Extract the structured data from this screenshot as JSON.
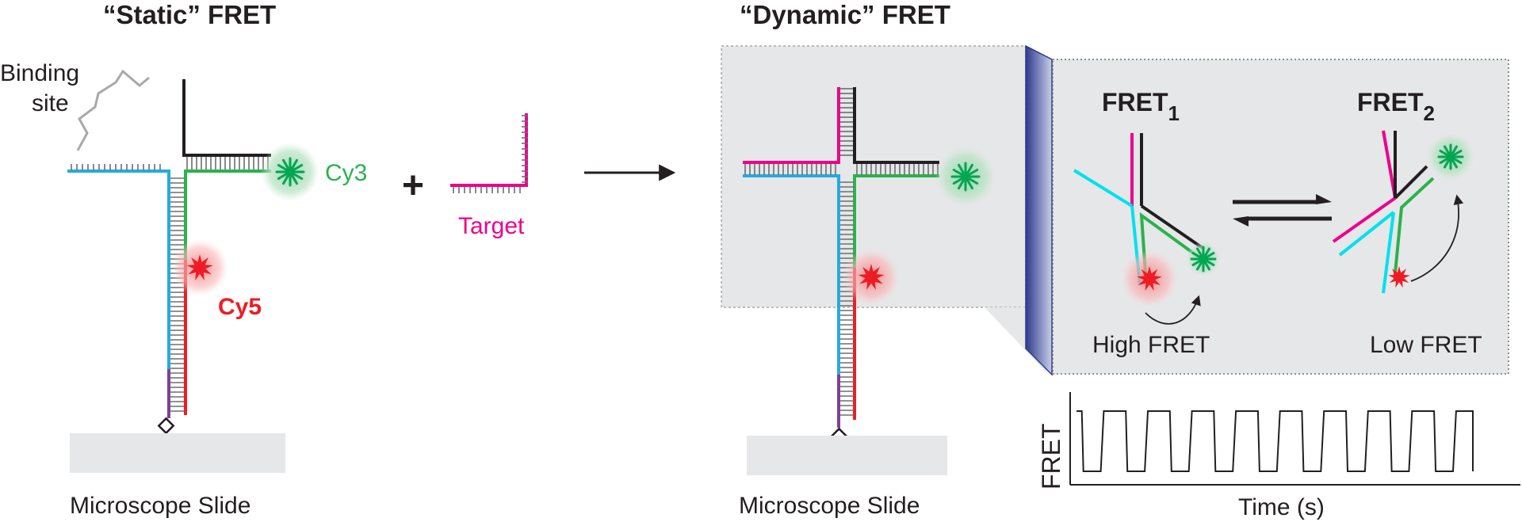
{
  "static_panel": {
    "title": "“Static” FRET",
    "binding_site_label_1": "Binding",
    "binding_site_label_2": "site",
    "donor_label": "Cy3",
    "acceptor_label": "Cy5",
    "plus_sign": "+",
    "target_label": "Target",
    "slide_label": "Microscope Slide"
  },
  "dynamic_panel": {
    "title": "“Dynamic” FRET",
    "slide_label": "Microscope Slide"
  },
  "zoom_inset": {
    "state1_label": "FRET",
    "state1_subscript": "1",
    "state2_label": "FRET",
    "state2_subscript": "2",
    "state1_caption": "High FRET",
    "state2_caption": "Low FRET"
  },
  "trace": {
    "y_axis_label": "FRET",
    "x_axis_label": "Time (s)",
    "cycles": 9,
    "high_level": 1,
    "low_level": 0
  },
  "colors": {
    "blue_strand": "#27aae1",
    "green_strand": "#2bb24c",
    "red_strand": "#ed1c24",
    "purple_strand": "#7f3f98",
    "magenta_strand": "#ec008c",
    "cyan_strand": "#00e0f0",
    "black_strand": "#231f20",
    "cy3_color": "#00a651",
    "cy5_color": "#ed1c24",
    "inset_bg": "#e6e7e8",
    "panel_prism": "#4b5aa8"
  }
}
